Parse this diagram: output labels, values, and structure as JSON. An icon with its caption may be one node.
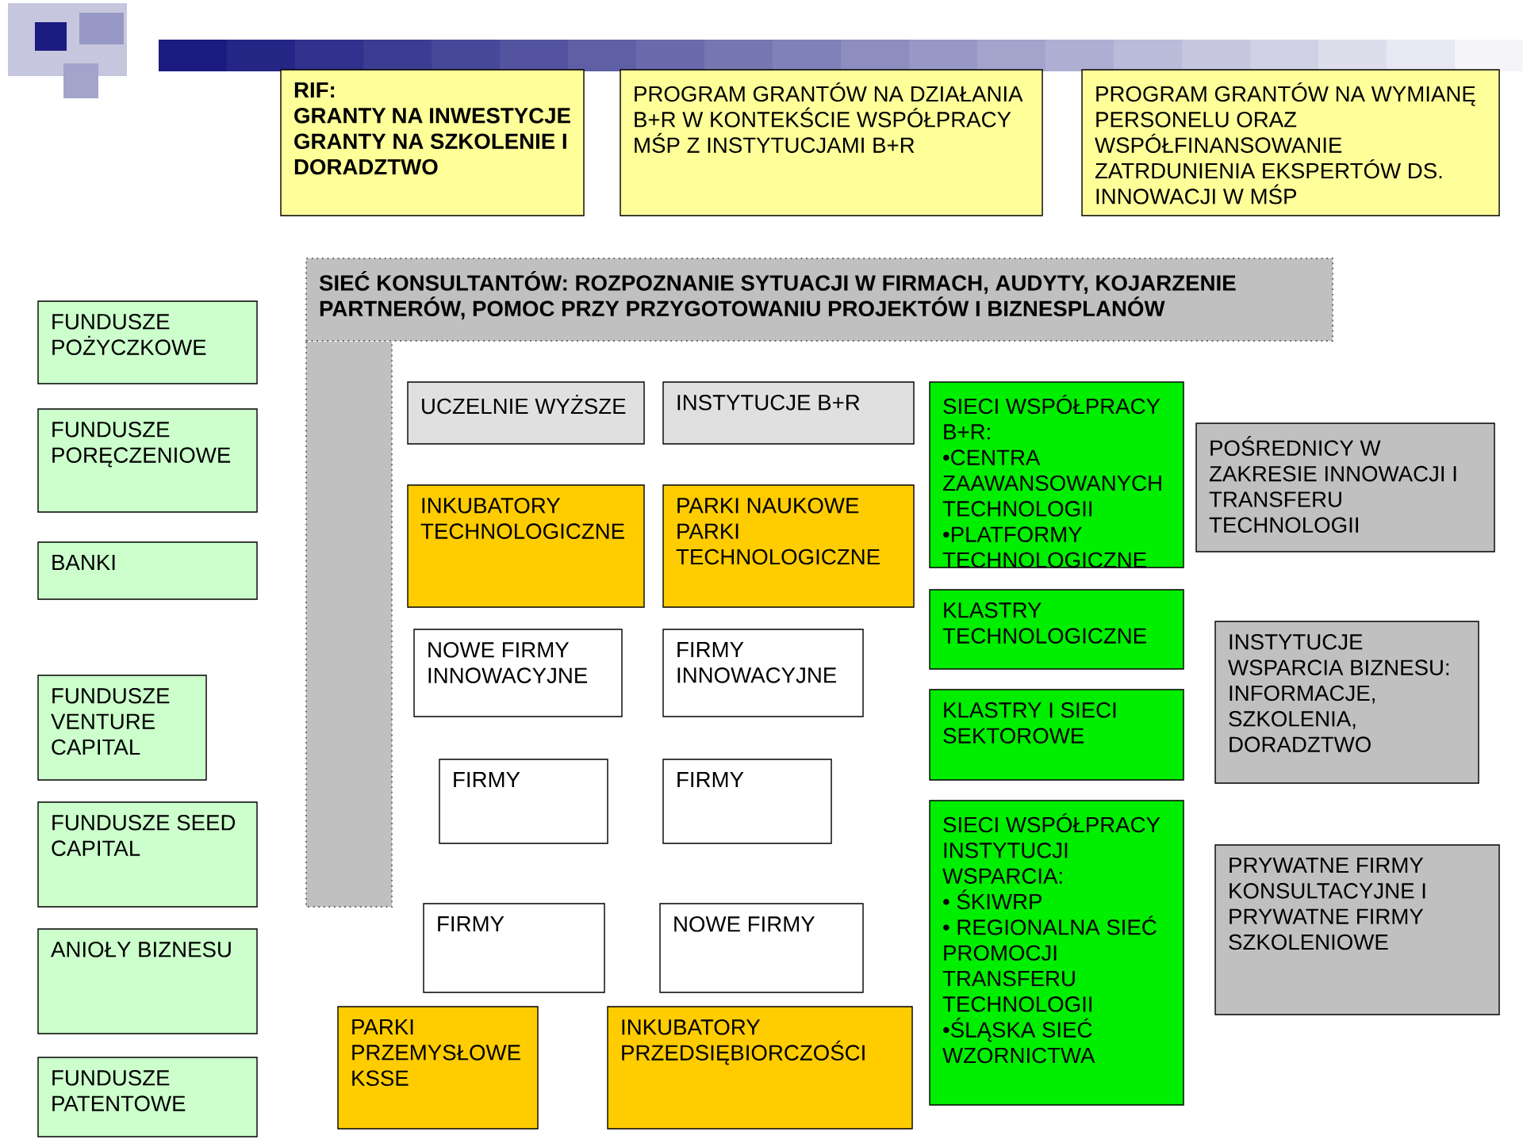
{
  "diagram": {
    "nodes": [
      {
        "text": [
          "RIF:",
          "GRANTY NA INWESTYCJE",
          "GRANTY NA SZKOLENIE I DORADZTWO"
        ]
      },
      {
        "text": [
          "PROGRAM GRANTÓW NA  DZIAŁANIA B+R W KONTEKŚCIE WSPÓŁPRACY MŚP Z INSTYTUCJAMI B+R"
        ]
      },
      {
        "text": [
          "PROGRAM GRANTÓW NA  WYMIANĘ PERSONELU ORAZ WSPÓŁFINANSOWANIE ZATRDUNIENIA EKSPERTÓW DS. INNOWACJI W MŚP"
        ]
      },
      {
        "text": [
          "SIEĆ KONSULTANTÓW: ROZPOZNANIE SYTUACJI W FIRMACH, AUDYTY, KOJARZENIE PARTNERÓW, POMOC PRZY PRZYGOTOWANIU PROJEKTÓW I BIZNESPLANÓW"
        ]
      },
      {
        "text": [
          "FUNDUSZE POŻYCZKOWE"
        ]
      },
      {
        "text": [
          "FUNDUSZE PORĘCZENIOWE"
        ]
      },
      {
        "text": [
          "BANKI"
        ]
      },
      {
        "text": [
          "FUNDUSZE VENTURE CAPITAL"
        ]
      },
      {
        "text": [
          "FUNDUSZE SEED CAPITAL"
        ]
      },
      {
        "text": [
          "ANIOŁY BIZNESU"
        ]
      },
      {
        "text": [
          "FUNDUSZE PATENTOWE"
        ]
      },
      {
        "text": [
          "UCZELNIE WYŻSZE"
        ]
      },
      {
        "text": [
          "INSTYTUCJE B+R"
        ]
      },
      {
        "text": [
          "SIECI WSPÓŁPRACY B+R:",
          "•CENTRA ZAAWANSOWANYCH TECHNOLOGII",
          "•PLATFORMY TECHNOLOGICZNE"
        ]
      },
      {
        "text": [
          "INKUBATORY TECHNOLOGICZNE"
        ]
      },
      {
        "text": [
          "PARKI NAUKOWE",
          "PARKI TECHNOLOGICZNE"
        ]
      },
      {
        "text": [
          "POŚREDNICY W ZAKRESIE INNOWACJI I TRANSFERU TECHNOLOGII"
        ]
      },
      {
        "text": [
          "KLASTRY TECHNOLOGICZNE"
        ]
      },
      {
        "text": [
          "NOWE FIRMY INNOWACYJNE"
        ]
      },
      {
        "text": [
          "FIRMY INNOWACYJNE"
        ]
      },
      {
        "text": [
          "KLASTRY I SIECI SEKTOROWE"
        ]
      },
      {
        "text": [
          "INSTYTUCJE WSPARCIA BIZNESU: INFORMACJE, SZKOLENIA, DORADZTWO"
        ]
      },
      {
        "text": [
          "FIRMY"
        ]
      },
      {
        "text": [
          "FIRMY"
        ]
      },
      {
        "text": [
          "SIECI WSPÓŁPRACY INSTYTUCJI WSPARCIA:",
          "• ŚKIWRP",
          "• REGIONALNA SIEĆ PROMOCJI TRANSFERU TECHNOLOGII",
          "•ŚLĄSKA SIEĆ WZORNICTWA"
        ]
      },
      {
        "text": [
          "PRYWATNE FIRMY KONSULTACYJNE I PRYWATNE FIRMY SZKOLENIOWE"
        ]
      },
      {
        "text": [
          "FIRMY"
        ]
      },
      {
        "text": [
          "NOWE FIRMY"
        ]
      },
      {
        "text": [
          "PARKI PRZEMYSŁOWE KSSE"
        ]
      },
      {
        "text": [
          "INKUBATORY PRZEDSIĘBIORCZOŚCI"
        ]
      }
    ]
  }
}
